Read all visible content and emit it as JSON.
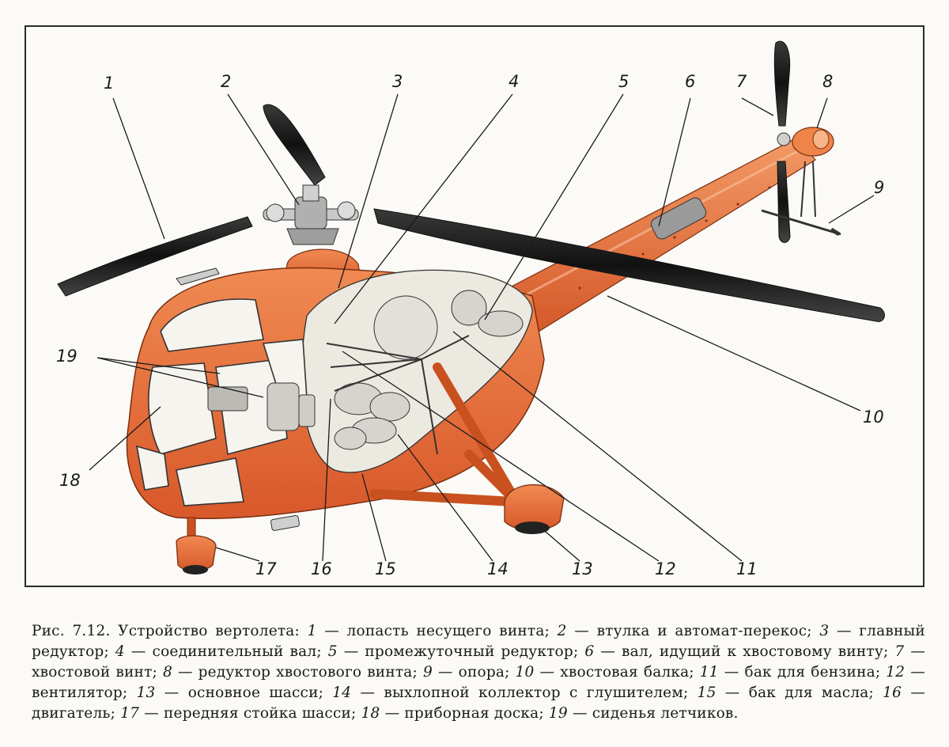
{
  "callouts": [
    {
      "n": "1",
      "desc": "лопасть несущего винта"
    },
    {
      "n": "2",
      "desc": "втулка и автомат-перекос"
    },
    {
      "n": "3",
      "desc": "главный редуктор"
    },
    {
      "n": "4",
      "desc": "соединительный вал"
    },
    {
      "n": "5",
      "desc": "промежуточный редуктор"
    },
    {
      "n": "6",
      "desc": "вал, идущий к хвостовому винту"
    },
    {
      "n": "7",
      "desc": "хвостовой винт"
    },
    {
      "n": "8",
      "desc": "редуктор хвостового винта"
    },
    {
      "n": "9",
      "desc": "опора"
    },
    {
      "n": "10",
      "desc": "хвостовая балка"
    },
    {
      "n": "11",
      "desc": "бак для бензина"
    },
    {
      "n": "12",
      "desc": "вентилятор"
    },
    {
      "n": "13",
      "desc": "основное шасси"
    },
    {
      "n": "14",
      "desc": "выхлопной коллектор с глушителем"
    },
    {
      "n": "15",
      "desc": "бак для масла"
    },
    {
      "n": "16",
      "desc": "двигатель"
    },
    {
      "n": "17",
      "desc": "передняя стойка шасси"
    },
    {
      "n": "18",
      "desc": "приборная доска"
    },
    {
      "n": "19",
      "desc": "сиденья летчиков"
    }
  ],
  "caption": {
    "prefix": "Рис. 7.12. Устройство вертолета: ",
    "dash": " — ",
    "separator": "; ",
    "end": "."
  },
  "colors": {
    "fuselage": "#e8703a",
    "fuselage_dark": "#c9501f",
    "blade": "#1c1c1c",
    "metal": "#bdbdbd",
    "ink": "#1a1a1a"
  }
}
